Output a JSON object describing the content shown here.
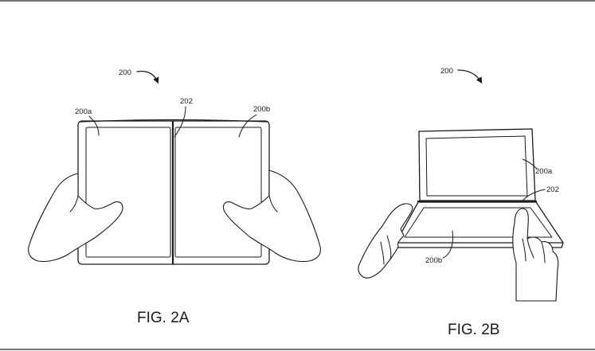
{
  "figures": [
    {
      "caption": "FIG. 2A",
      "labels": {
        "device": "200",
        "left_display": "200a",
        "right_display": "200b",
        "hinge": "202"
      }
    },
    {
      "caption": "FIG. 2B",
      "labels": {
        "device": "200",
        "upper_display": "200a",
        "lower_display": "200b",
        "hinge": "202"
      }
    }
  ]
}
